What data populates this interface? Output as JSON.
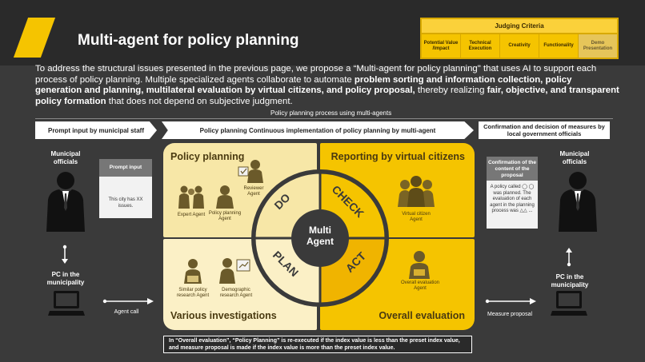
{
  "header": {
    "title": "Multi-agent for policy planning",
    "accent": "#f5c400"
  },
  "judging": {
    "title": "Judging Criteria",
    "criteria": [
      "Potential Value /Impact",
      "Technical Execution",
      "Creativity",
      "Functionality",
      "Demo Presentation"
    ]
  },
  "intro": {
    "p1": "To address the structural issues presented in the previous page, we propose a “Multi-agent for policy planning\" that uses AI to support each process of policy planning. Multiple specialized agents collaborate to automate ",
    "b1": "problem sorting and information collection, policy generation and planning, multilateral evaluation by virtual citizens, and policy proposal,",
    "p2": " thereby realizing ",
    "b2": "fair, objective, and transparent policy formation",
    "p3": " that does not depend on subjective judgment."
  },
  "process_label": "Policy planning process using multi-agents",
  "chevrons": {
    "left": "Prompt input by municipal staff",
    "middle": "Policy planning Continuous implementation of policy planning by multi-agent",
    "right": "Confirmation and decision of measures by local government officials"
  },
  "left_side": {
    "officials": "Municipal officials",
    "card_title": "Prompt input",
    "card_text": "This city has XX issues.",
    "pc": "PC in the municipality",
    "arrow": "Agent call"
  },
  "right_side": {
    "officials": "Municipal officials",
    "card_title": "Confirmation of the content of the proposal",
    "card_text": "A policy called ◯ ◯ was planned. The evaluation of each agent in the planning process was △△ ...",
    "pc": "PC in the municipality",
    "arrow": "Measure proposal"
  },
  "quadrants": {
    "tl_title": "Policy planning",
    "tr_title": "Reporting by virtual citizens",
    "bl_title": "Various investigations",
    "br_title": "Overall evaluation",
    "agents": {
      "reviewer": "Reviewer Agent",
      "expert": "Expert Agent",
      "planning": "Policy planning Agent",
      "virtual": "Virtual citizen Agent",
      "similar": "Similar policy research Agent",
      "demographic": "Demographic research Agent",
      "overall": "Overall evaluation Agent"
    }
  },
  "cycle": {
    "center1": "Multi",
    "center2": "Agent",
    "do": "DO",
    "check": "CHECK",
    "act": "ACT",
    "plan": "PLAN"
  },
  "note": "In “Overall evaluation”, “Policy Planning” is re-executed if the index value is less than the preset index value, and measure proposal is made if the index value is more than the preset index value."
}
